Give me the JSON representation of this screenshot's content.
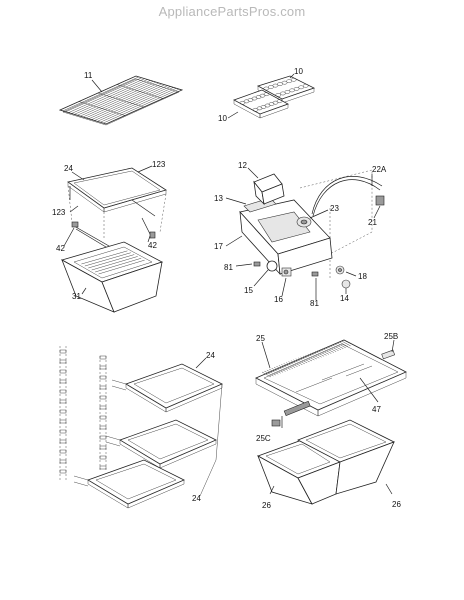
{
  "site": {
    "watermark": "AppliancePartsPros.com"
  },
  "callouts": [
    {
      "id": "c-11",
      "text": "11"
    },
    {
      "id": "c-10a",
      "text": "10"
    },
    {
      "id": "c-10b",
      "text": "10"
    },
    {
      "id": "c-24a",
      "text": "24"
    },
    {
      "id": "c-123a",
      "text": "123"
    },
    {
      "id": "c-123b",
      "text": "123"
    },
    {
      "id": "c-42a",
      "text": "42"
    },
    {
      "id": "c-42b",
      "text": "42"
    },
    {
      "id": "c-31",
      "text": "31"
    },
    {
      "id": "c-12",
      "text": "12"
    },
    {
      "id": "c-13",
      "text": "13"
    },
    {
      "id": "c-22a",
      "text": "22A"
    },
    {
      "id": "c-23",
      "text": "23"
    },
    {
      "id": "c-21",
      "text": "21"
    },
    {
      "id": "c-17",
      "text": "17"
    },
    {
      "id": "c-81a",
      "text": "81"
    },
    {
      "id": "c-18",
      "text": "18"
    },
    {
      "id": "c-15",
      "text": "15"
    },
    {
      "id": "c-16",
      "text": "16"
    },
    {
      "id": "c-81b",
      "text": "81"
    },
    {
      "id": "c-14",
      "text": "14"
    },
    {
      "id": "c-24b",
      "text": "24"
    },
    {
      "id": "c-24c",
      "text": "24"
    },
    {
      "id": "c-25",
      "text": "25"
    },
    {
      "id": "c-25b",
      "text": "25B"
    },
    {
      "id": "c-47",
      "text": "47"
    },
    {
      "id": "c-25c",
      "text": "25C"
    },
    {
      "id": "c-26a",
      "text": "26"
    },
    {
      "id": "c-26b",
      "text": "26"
    }
  ]
}
